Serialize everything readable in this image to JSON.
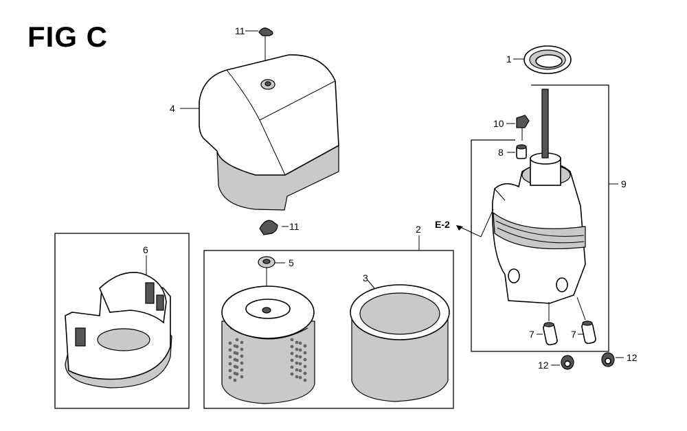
{
  "figure": {
    "title": "FIG C"
  },
  "callouts": {
    "c1": "1",
    "c2": "2",
    "c3": "3",
    "c4": "4",
    "c5": "5",
    "c6": "6",
    "c7a": "7",
    "c7b": "7",
    "c8": "8",
    "c9": "9",
    "c10": "10",
    "c11a": "11",
    "c11b": "11",
    "c12a": "12",
    "c12b": "12"
  },
  "reference": {
    "label": "E-2"
  }
}
